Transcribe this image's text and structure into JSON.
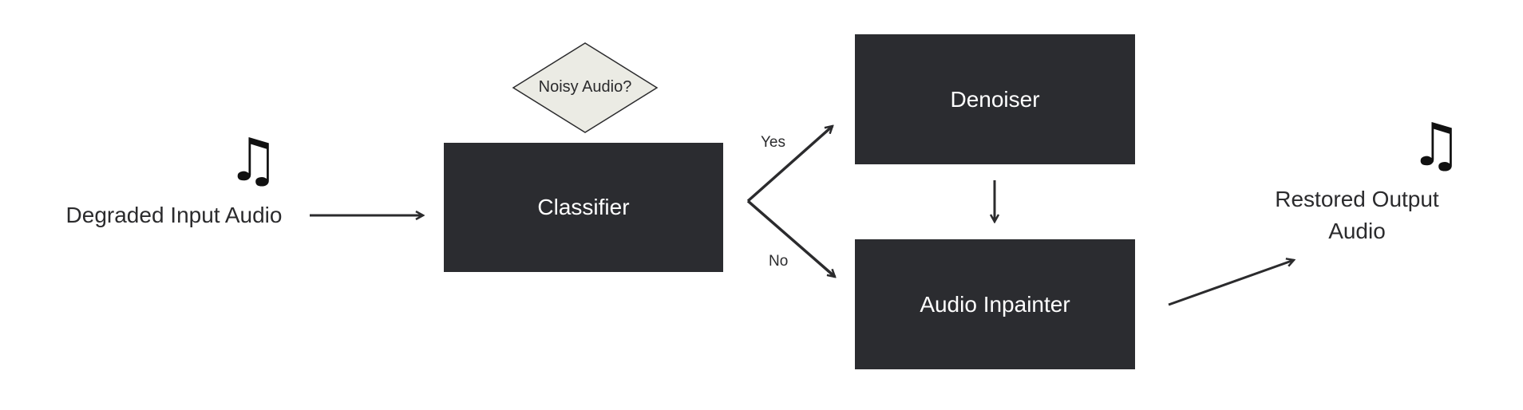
{
  "input": {
    "label": "Degraded Input Audio",
    "icon": "music-notes-icon"
  },
  "decision": {
    "label": "Noisy Audio?"
  },
  "classifier": {
    "label": "Classifier"
  },
  "branches": {
    "yes": "Yes",
    "no": "No"
  },
  "denoiser": {
    "label": "Denoiser"
  },
  "inpainter": {
    "label": "Audio Inpainter"
  },
  "output": {
    "line1": "Restored Output",
    "line2": "Audio",
    "icon": "music-notes-icon"
  },
  "colors": {
    "box": "#2b2c30",
    "diamond_fill": "#ebebe4",
    "stroke": "#2b2b2d"
  }
}
